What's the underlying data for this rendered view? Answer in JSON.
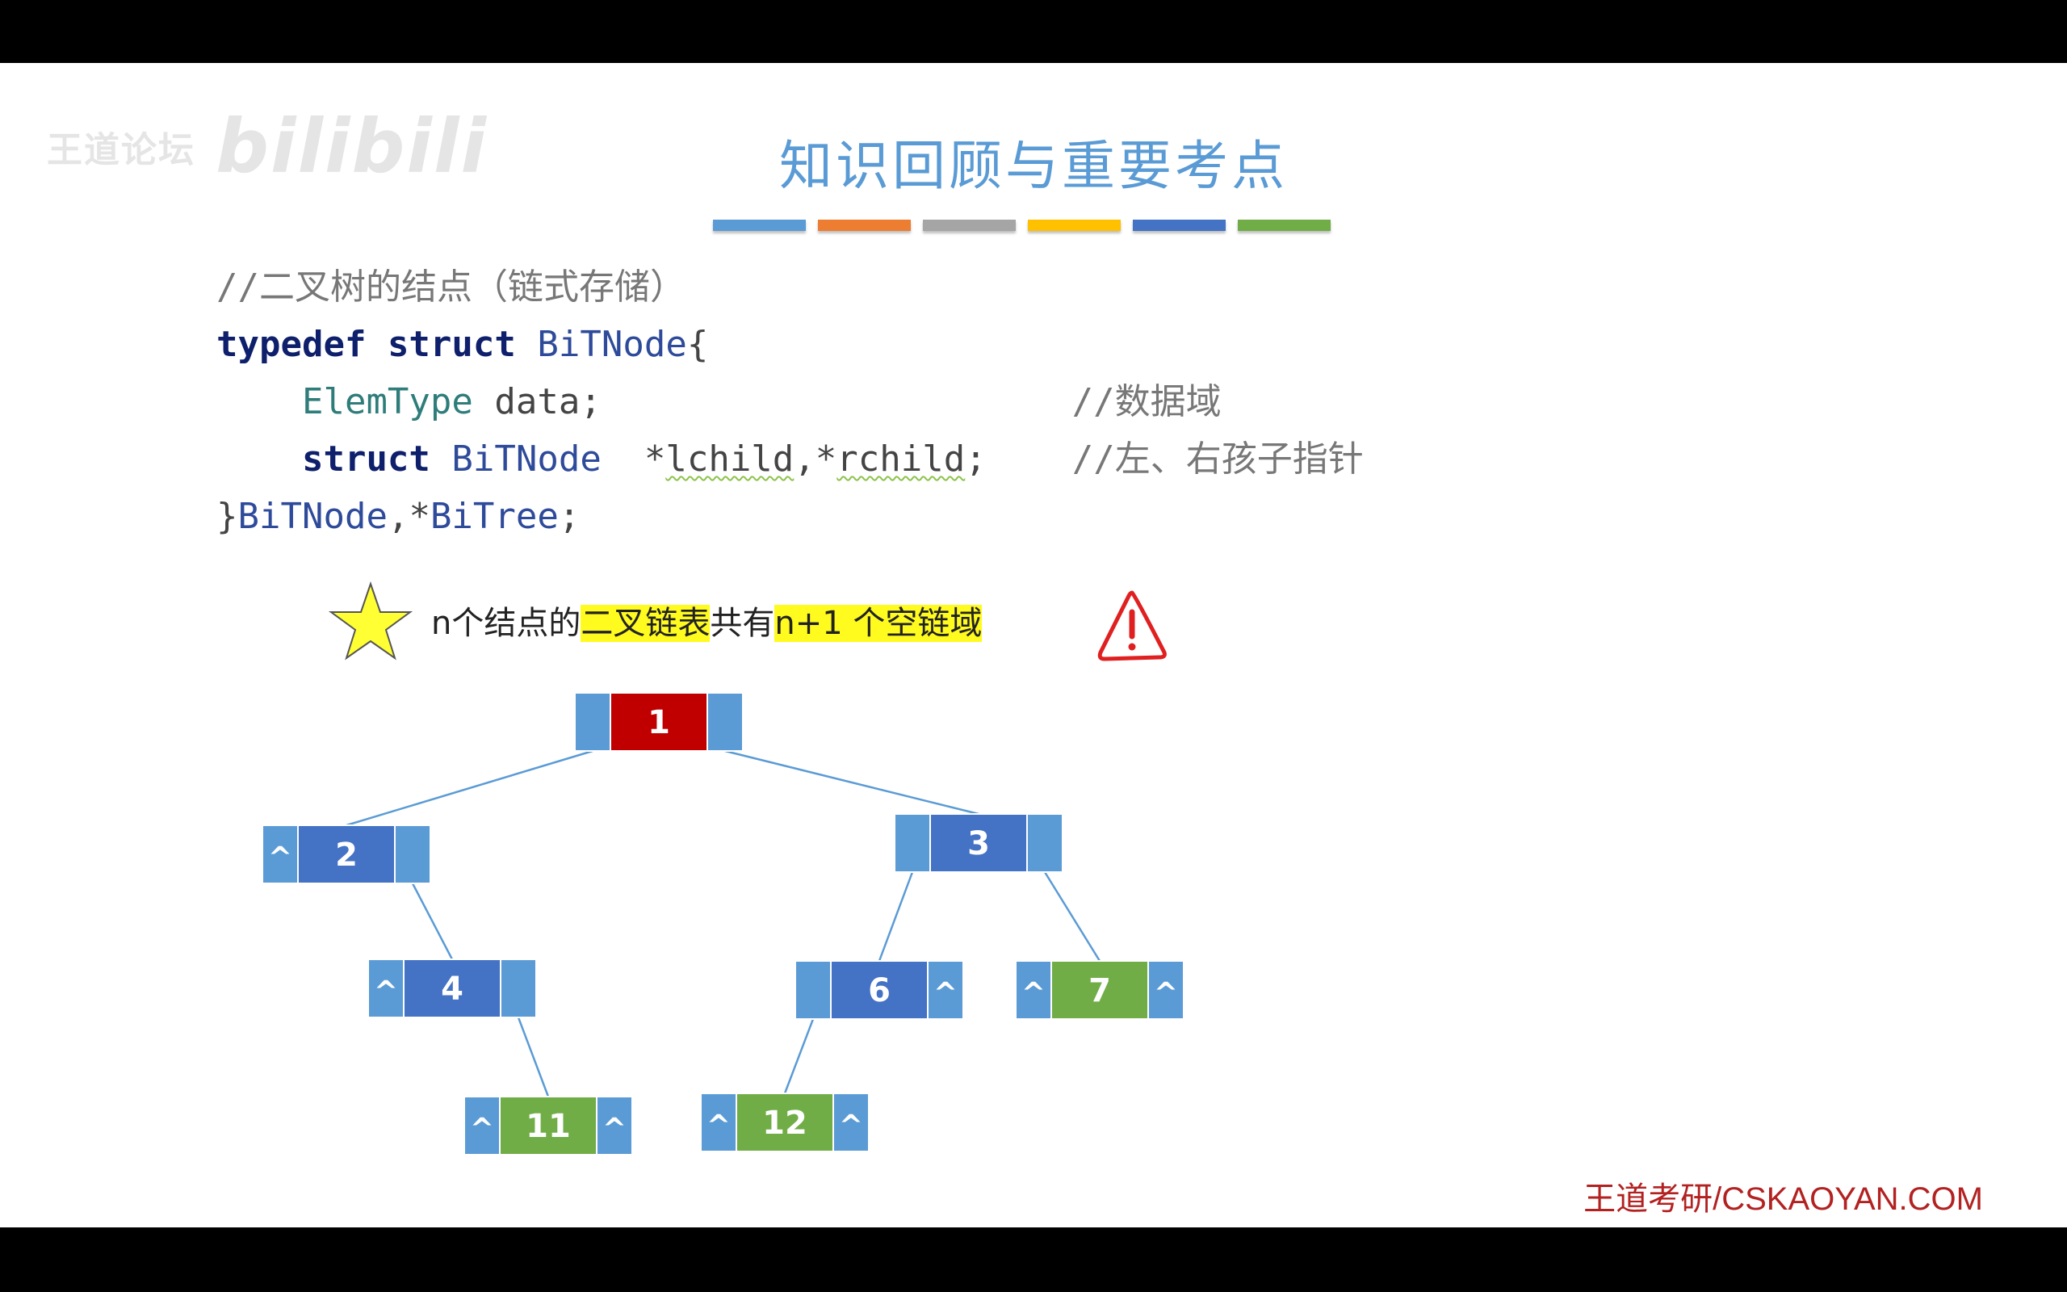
{
  "watermark": {
    "text": "王道论坛",
    "logo": "bilibili"
  },
  "title": "知识回顾与重要考点",
  "title_bar_colors": [
    "#5b9bd5",
    "#ed7d31",
    "#a5a5a5",
    "#ffc000",
    "#4472c4",
    "#70ad47"
  ],
  "code": {
    "comment": "//二叉树的结点（链式存储）",
    "kw_typedef": "typedef",
    "kw_struct": "struct",
    "struct_name": "BiTNode",
    "open_brace": "{",
    "elem_type": "ElemType",
    "data_field": "data;",
    "data_comment": "//数据域",
    "lchild": "lchild",
    "rchild": "rchild",
    "comma": ",",
    "star": "*",
    "semicolon": ";",
    "child_comment": "//左、右孩子指针",
    "close_brace": "}",
    "alias_node": "BiTNode",
    "alias_tree": "BiTree",
    "end_semicolon": ";"
  },
  "note": {
    "part1": "n个结点的",
    "hl1": "二叉链表",
    "part2": "共有",
    "hl2": "n+1 个空链域"
  },
  "tree": {
    "colors": {
      "root": "#c00000",
      "internal": "#4472c4",
      "leaf": "#70ad47",
      "pointer": "#5b9bd5",
      "edge": "#5b9bd5"
    },
    "null_symbol": "^",
    "nodes": [
      {
        "id": "1",
        "kind": "root",
        "left_null": false,
        "right_null": false
      },
      {
        "id": "2",
        "kind": "internal",
        "left_null": true,
        "right_null": false
      },
      {
        "id": "3",
        "kind": "internal",
        "left_null": false,
        "right_null": false
      },
      {
        "id": "4",
        "kind": "internal",
        "left_null": true,
        "right_null": false
      },
      {
        "id": "6",
        "kind": "internal",
        "left_null": false,
        "right_null": true
      },
      {
        "id": "7",
        "kind": "leaf",
        "left_null": true,
        "right_null": true
      },
      {
        "id": "11",
        "kind": "leaf",
        "left_null": true,
        "right_null": true
      },
      {
        "id": "12",
        "kind": "leaf",
        "left_null": true,
        "right_null": true
      }
    ],
    "edges": [
      {
        "from": "1",
        "side": "left",
        "to": "2"
      },
      {
        "from": "1",
        "side": "right",
        "to": "3"
      },
      {
        "from": "2",
        "side": "right",
        "to": "4"
      },
      {
        "from": "4",
        "side": "right",
        "to": "11"
      },
      {
        "from": "3",
        "side": "left",
        "to": "6"
      },
      {
        "from": "3",
        "side": "right",
        "to": "7"
      },
      {
        "from": "6",
        "side": "left",
        "to": "12"
      }
    ]
  },
  "footer": "王道考研/CSKAOYAN.COM"
}
